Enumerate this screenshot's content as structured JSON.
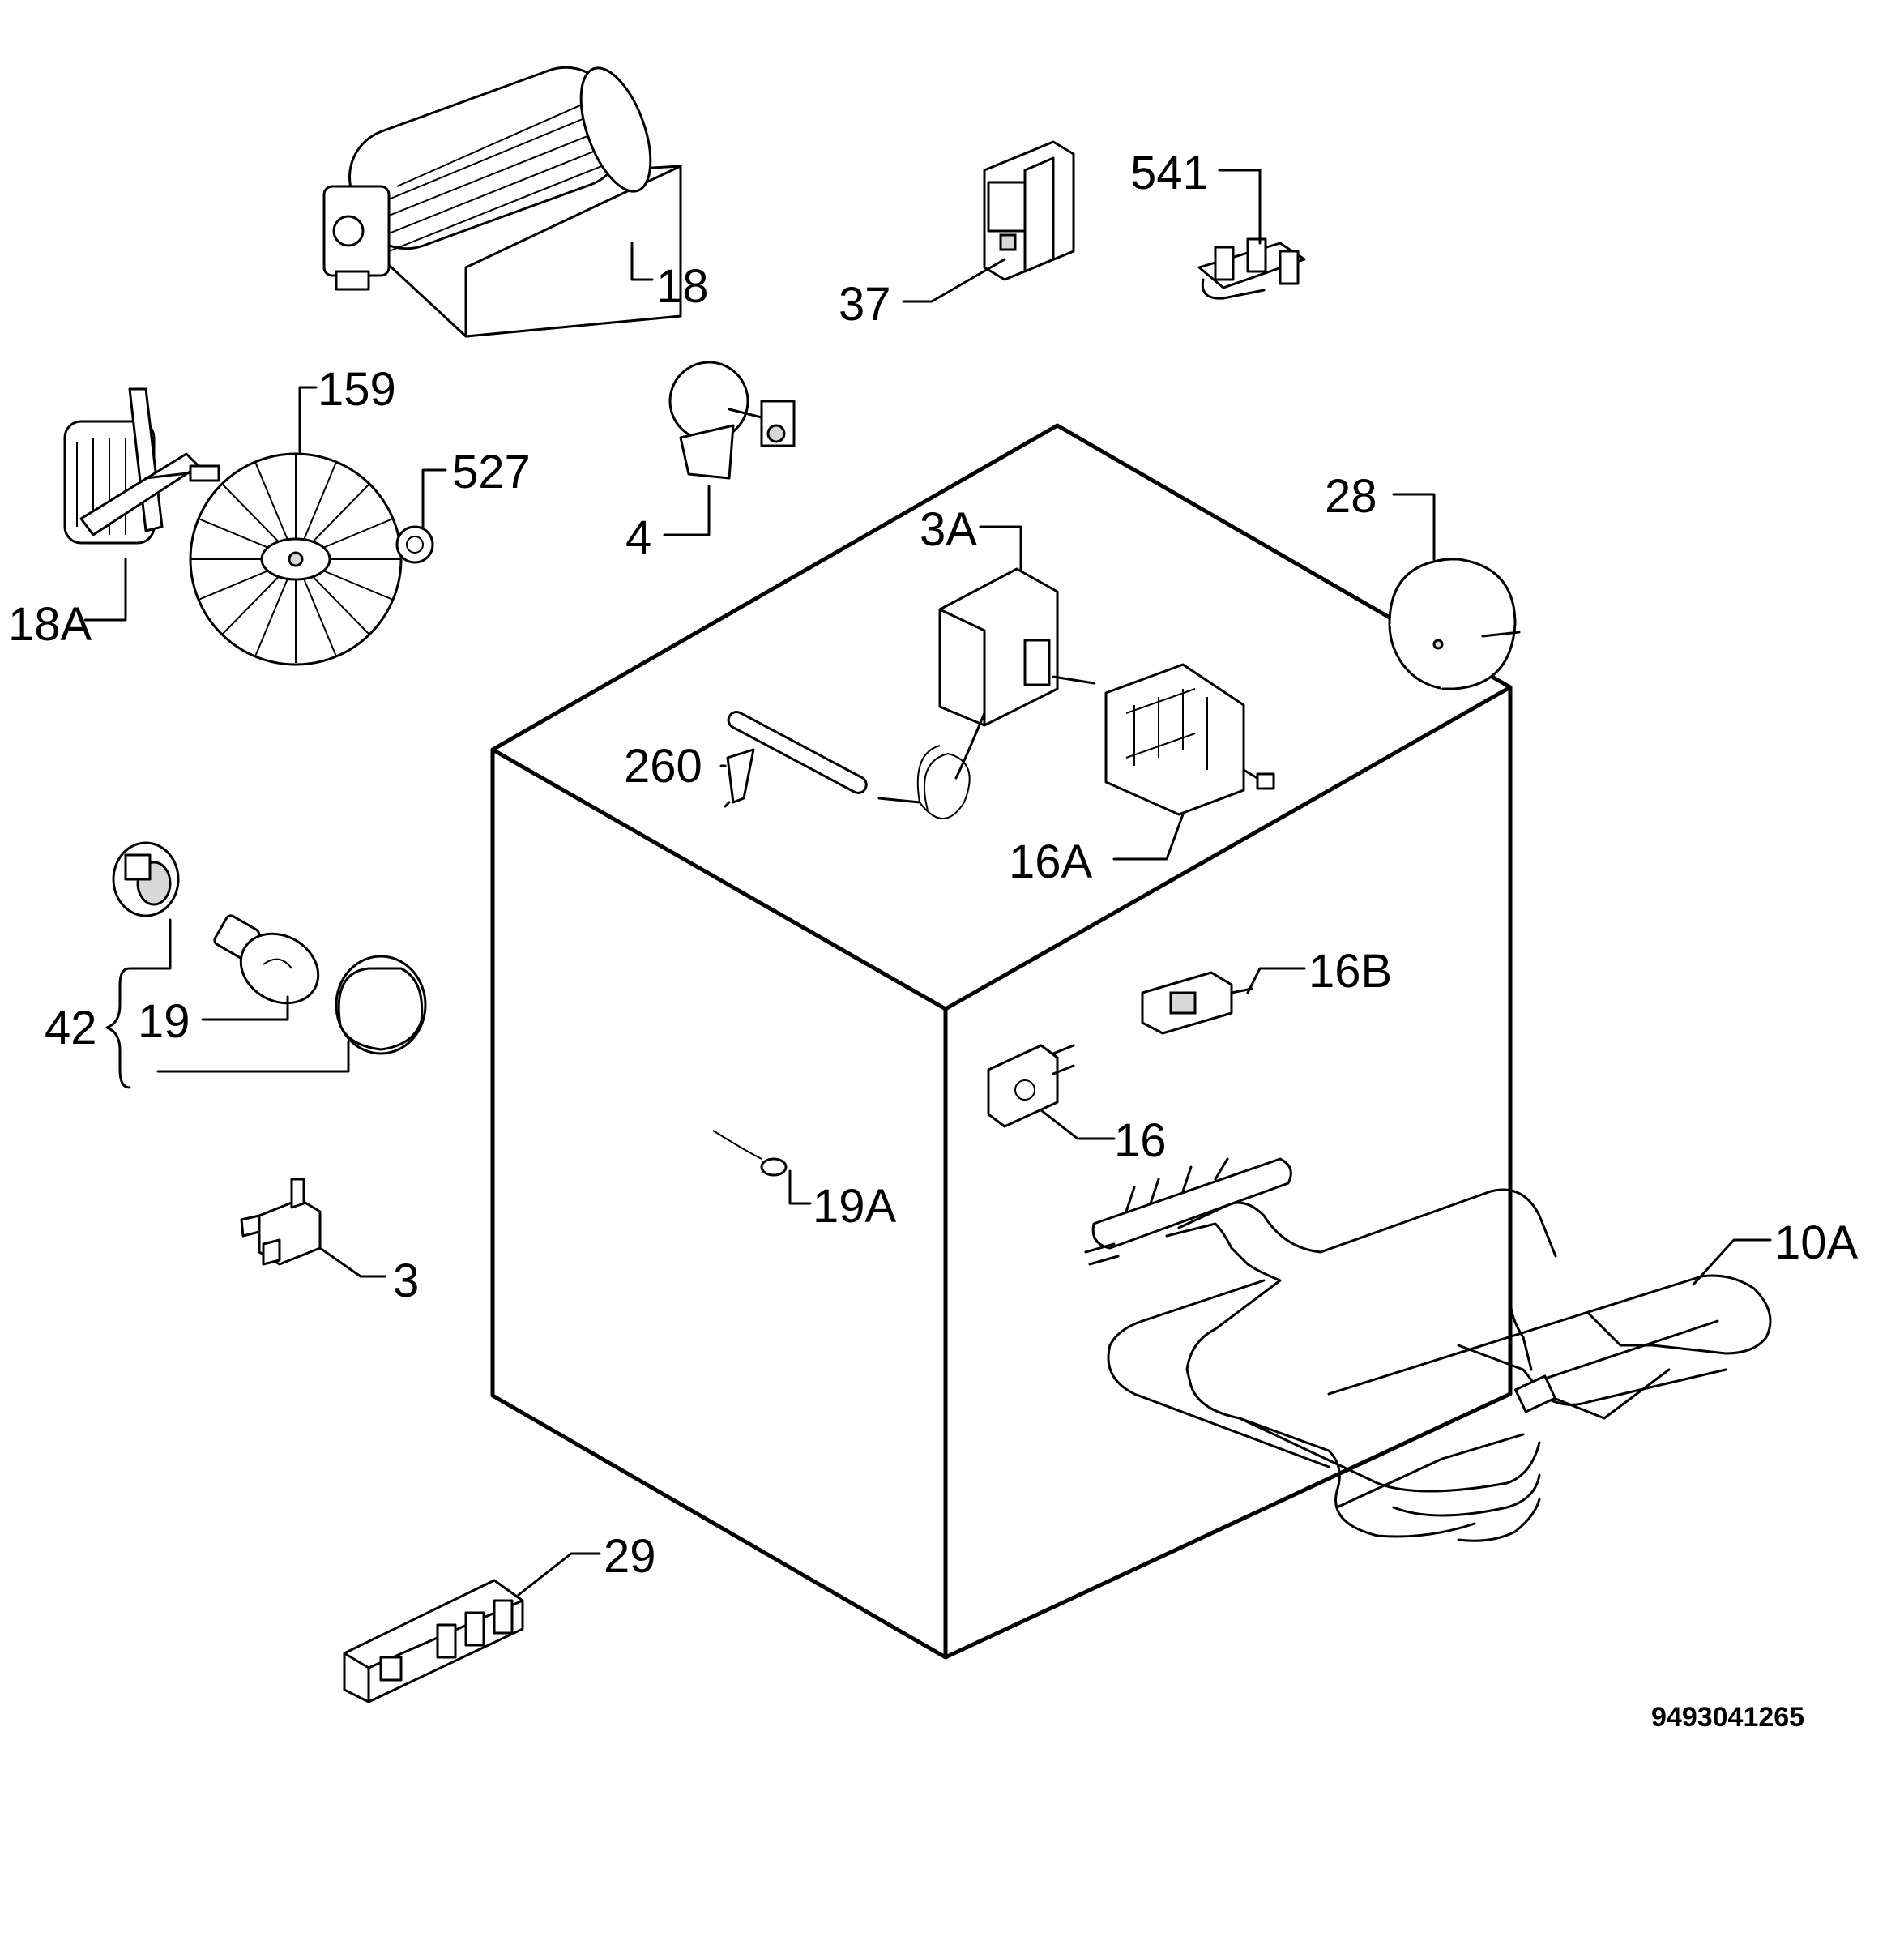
{
  "drawing_code": "9493041265",
  "callouts": {
    "c18": "18",
    "c37": "37",
    "c541": "541",
    "c159": "159",
    "c527": "527",
    "c18A": "18A",
    "c4": "4",
    "c3A": "3A",
    "c28": "28",
    "c260": "260",
    "c16A": "16A",
    "c42": "42",
    "c19": "19",
    "c16B": "16B",
    "c16": "16",
    "c19A": "19A",
    "c10A": "10A",
    "c3": "3",
    "c29": "29"
  }
}
